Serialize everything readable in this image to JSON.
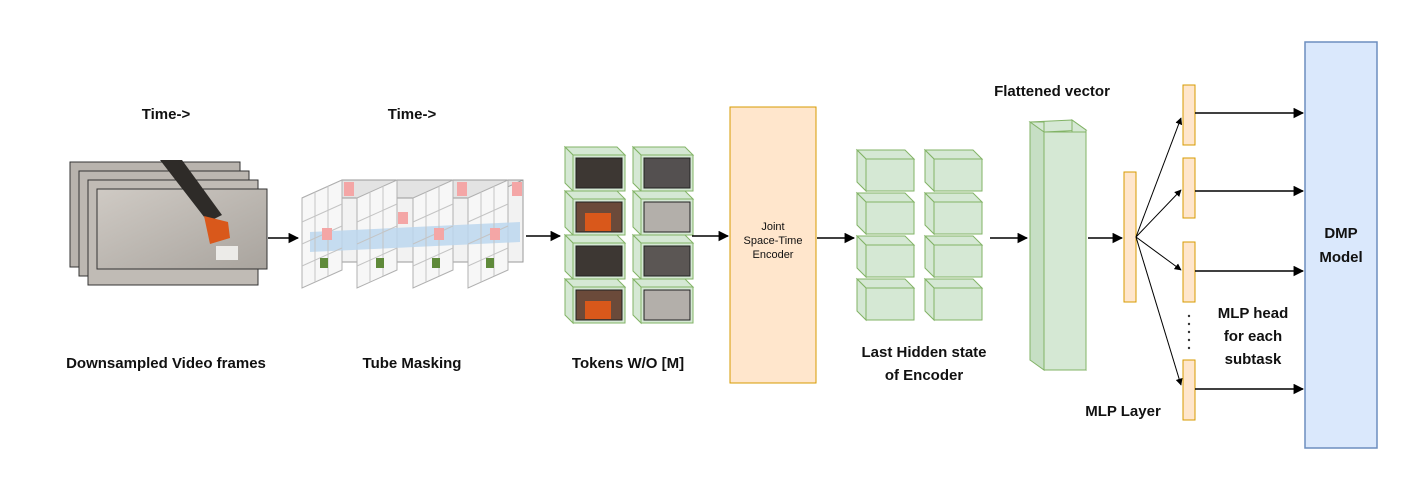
{
  "labels": {
    "time_1": "Time->",
    "time_2": "Time->",
    "frames": "Downsampled Video frames",
    "tube": "Tube Masking",
    "tokens": "Tokens W/O [M]",
    "encoder_line1": "Joint",
    "encoder_line2": "Space-Time",
    "encoder_line3": "Encoder",
    "hidden_line1": "Last Hidden state",
    "hidden_line2": "of Encoder",
    "flattened": "Flattened vector",
    "mlp_layer": "MLP Layer",
    "mlp_head_line1": "MLP head",
    "mlp_head_line2": "for each",
    "mlp_head_line3": "subtask",
    "dmp_line1": "DMP",
    "dmp_line2": "Model"
  },
  "colors": {
    "green_fill": "#d5e8d4",
    "green_stroke": "#82b366",
    "orange_fill": "#ffe6cc",
    "orange_stroke": "#d79b00",
    "blue_fill": "#dae8fc",
    "blue_stroke": "#6c8ebf",
    "mask_red": "#f4a6a6",
    "mask_blue": "#bcd7ee"
  }
}
